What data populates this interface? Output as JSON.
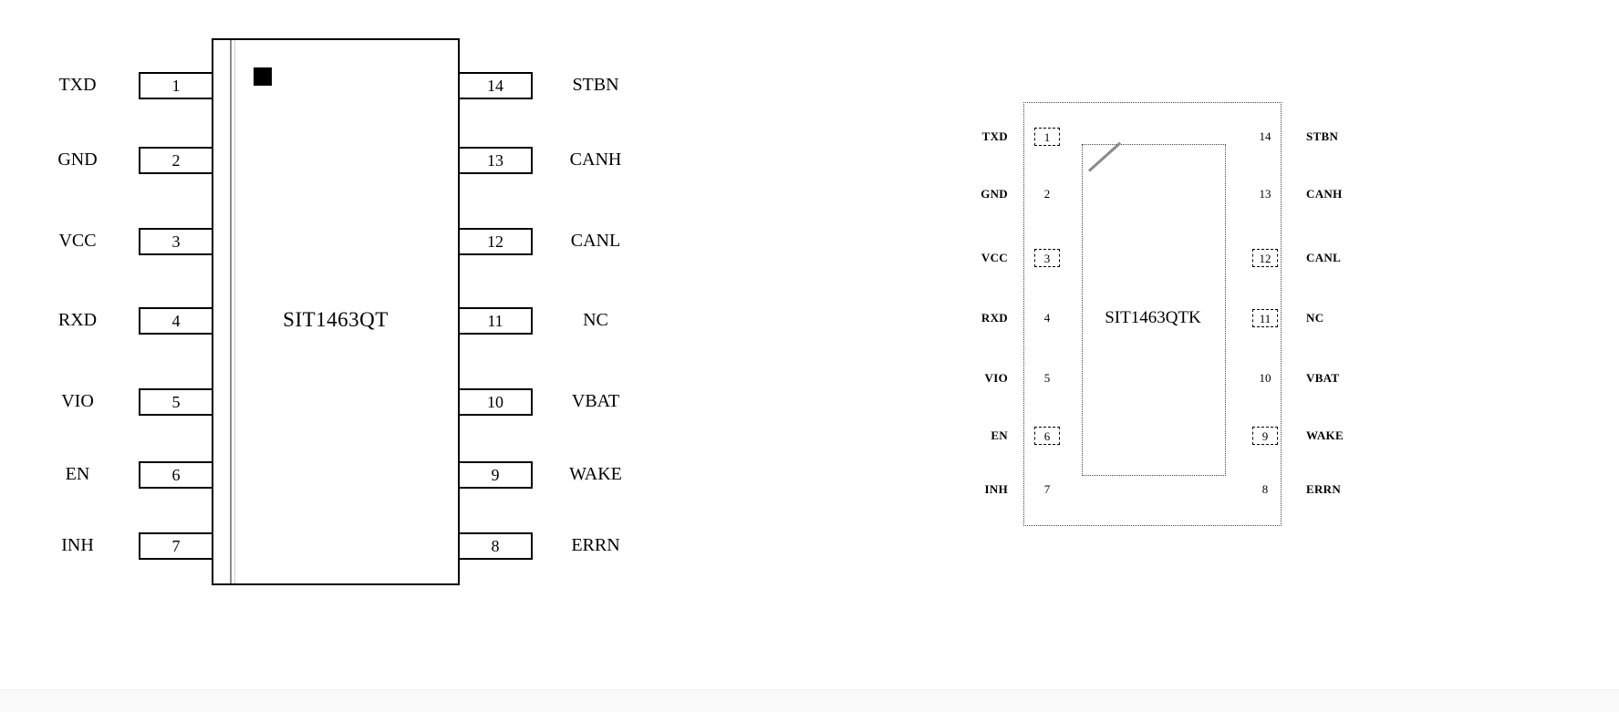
{
  "left_diagram": {
    "title": "SIT1463QT",
    "left_pins": [
      {
        "number": "1",
        "label": "TXD"
      },
      {
        "number": "2",
        "label": "GND"
      },
      {
        "number": "3",
        "label": "VCC"
      },
      {
        "number": "4",
        "label": "RXD"
      },
      {
        "number": "5",
        "label": "VIO"
      },
      {
        "number": "6",
        "label": "EN"
      },
      {
        "number": "7",
        "label": "INH"
      }
    ],
    "right_pins": [
      {
        "number": "14",
        "label": "STBN"
      },
      {
        "number": "13",
        "label": "CANH"
      },
      {
        "number": "12",
        "label": "CANL"
      },
      {
        "number": "11",
        "label": "NC"
      },
      {
        "number": "10",
        "label": "VBAT"
      },
      {
        "number": "9",
        "label": "WAKE"
      },
      {
        "number": "8",
        "label": "ERRN"
      }
    ]
  },
  "right_diagram": {
    "title": "SIT1463QTK",
    "left_pins": [
      {
        "number": "1",
        "label": "TXD",
        "dashed": true
      },
      {
        "number": "2",
        "label": "GND",
        "dashed": false
      },
      {
        "number": "3",
        "label": "VCC",
        "dashed": true
      },
      {
        "number": "4",
        "label": "RXD",
        "dashed": false
      },
      {
        "number": "5",
        "label": "VIO",
        "dashed": false
      },
      {
        "number": "6",
        "label": "EN",
        "dashed": true
      },
      {
        "number": "7",
        "label": "INH",
        "dashed": false
      }
    ],
    "right_pins": [
      {
        "number": "14",
        "label": "STBN",
        "dashed": false
      },
      {
        "number": "13",
        "label": "CANH",
        "dashed": false
      },
      {
        "number": "12",
        "label": "CANL",
        "dashed": true
      },
      {
        "number": "11",
        "label": "NC",
        "dashed": true
      },
      {
        "number": "10",
        "label": "VBAT",
        "dashed": false
      },
      {
        "number": "9",
        "label": "WAKE",
        "dashed": true
      },
      {
        "number": "8",
        "label": "ERRN",
        "dashed": false
      }
    ]
  }
}
